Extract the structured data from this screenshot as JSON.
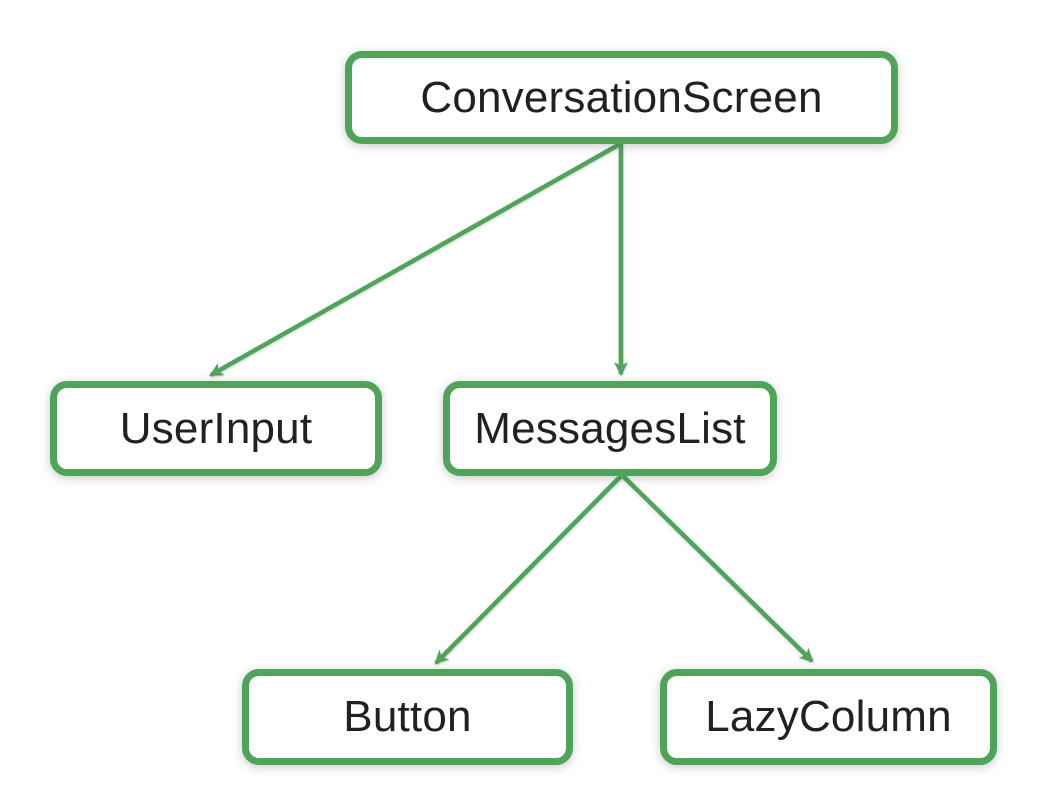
{
  "diagram": {
    "type": "tree",
    "description": "UI composable hierarchy tree",
    "nodes": [
      {
        "id": "conversation-screen",
        "label": "ConversationScreen"
      },
      {
        "id": "user-input",
        "label": "UserInput"
      },
      {
        "id": "messages-list",
        "label": "MessagesList"
      },
      {
        "id": "button",
        "label": "Button"
      },
      {
        "id": "lazy-column",
        "label": "LazyColumn"
      }
    ],
    "edges": [
      {
        "from": "ConversationScreen",
        "to": "UserInput"
      },
      {
        "from": "ConversationScreen",
        "to": "MessagesList"
      },
      {
        "from": "MessagesList",
        "to": "Button"
      },
      {
        "from": "MessagesList",
        "to": "LazyColumn"
      }
    ],
    "colors": {
      "accent": "#4FA45A",
      "node_border": "#4FA45A",
      "node_fill": "#ffffff",
      "text": "#202124",
      "background": "#ffffff"
    }
  }
}
